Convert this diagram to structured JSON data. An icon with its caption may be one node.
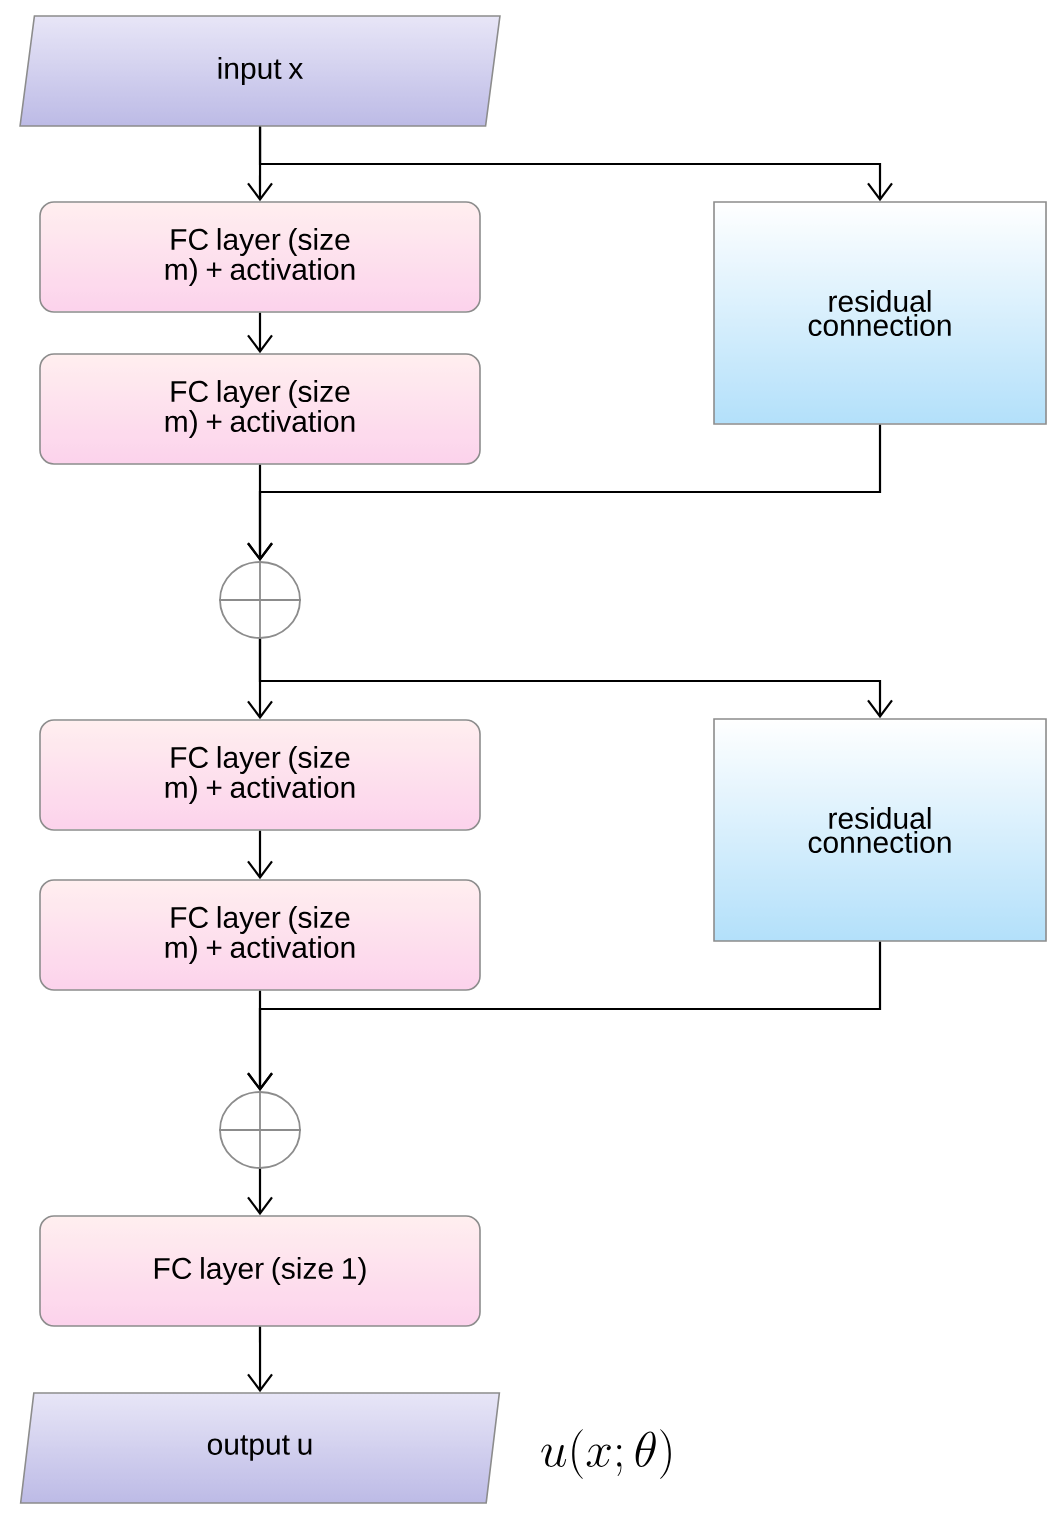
{
  "diagram": {
    "nodes": [
      {
        "text": [
          "input x"
        ]
      },
      {
        "text": [
          "FC layer (size m) + activation"
        ]
      },
      {
        "text": [
          "residual connection"
        ]
      },
      {
        "text": [
          "FC layer (size m) + activation"
        ]
      },
      {
        "text": [],
        "shape": "circle"
      },
      {
        "text": [
          "FC layer (size m) + activation"
        ]
      },
      {
        "text": [
          "residual connection"
        ]
      },
      {
        "text": [
          "FC layer (size m) + activation"
        ]
      },
      {
        "text": [],
        "shape": "circle"
      },
      {
        "text": [
          "FC layer (size 1)"
        ]
      },
      {
        "text": [
          "output u"
        ],
        "beside": [
          "u(x;\\theta)"
        ]
      }
    ],
    "edges": [
      {
        "from": 0,
        "to": 1,
        "arrow": "to"
      },
      {
        "from": 0,
        "to": 2,
        "arrow": "to"
      },
      {
        "from": 1,
        "to": 3,
        "arrow": "to"
      },
      {
        "from": 3,
        "to": 4,
        "arrow": "to"
      },
      {
        "from": 2,
        "to": 4,
        "arrow": "to"
      },
      {
        "from": 4,
        "to": 5,
        "arrow": "to"
      },
      {
        "from": 4,
        "to": 6,
        "arrow": "to"
      },
      {
        "from": 5,
        "to": 7,
        "arrow": "to"
      },
      {
        "from": 7,
        "to": 8,
        "arrow": "to"
      },
      {
        "from": 6,
        "to": 8,
        "arrow": "to"
      },
      {
        "from": 8,
        "to": 9,
        "arrow": "to"
      },
      {
        "from": 9,
        "to": 10,
        "arrow": "to"
      }
    ]
  }
}
